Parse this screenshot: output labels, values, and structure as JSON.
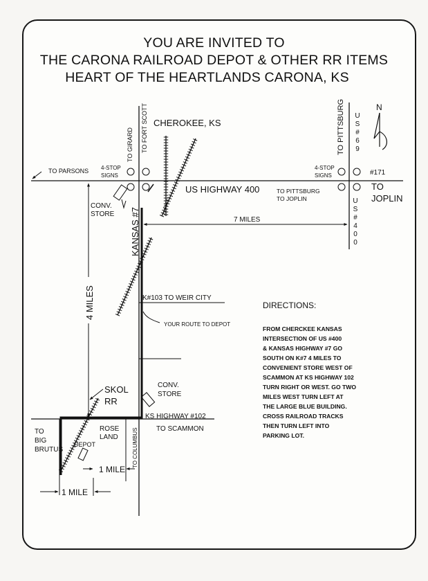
{
  "title": {
    "line1": "YOU ARE INVITED TO",
    "line2": "THE CARONA RAILROAD DEPOT & OTHER RR ITEMS",
    "line3": "HEART OF THE HEARTLANDS CARONA, KS"
  },
  "map": {
    "cherokee": "CHEROKEE, KS",
    "to_girard": "TO GIRARD",
    "to_fort_scott": "TO FORT SCOTT",
    "to_parsons": "TO  PARSONS",
    "stop_signs_left": [
      "4-STOP",
      "SIGNS"
    ],
    "stop_signs_right": [
      "4-STOP",
      "SIGNS"
    ],
    "us_highway_400": "US HIGHWAY 400",
    "to_pittsburg_joplin": [
      "TO  PITTSBURG",
      "TO  JOPLIN"
    ],
    "to_pittsburg_vertical": "TO  PITTSBURG",
    "us69": [
      "U",
      "S",
      "#",
      "6",
      "9"
    ],
    "us400": [
      "U",
      "S",
      "#",
      "4",
      "0",
      "0"
    ],
    "hwy171": "#171",
    "to_joplin": [
      "TO",
      "JOPLIN"
    ],
    "north": "N",
    "conv_store_top": [
      "CONV.",
      "STORE"
    ],
    "kansas7": "KANSAS #7",
    "seven_miles": "7  MILES",
    "four_miles": "4  MILES",
    "k103": "K#103 TO WEIR CITY",
    "your_route": "YOUR ROUTE TO DEPOT",
    "skol_rr": [
      "SKOL",
      "RR"
    ],
    "conv_store_bottom": [
      "CONV.",
      "STORE"
    ],
    "ks_hwy_102": "KS HIGHWAY #102",
    "to_scammon": "TO  SCAMMON",
    "rose_land": [
      "ROSE",
      "LAND"
    ],
    "to_columbus": "TO  COLUMBUS",
    "to_big_brutus": [
      "TO",
      "BIG",
      "BRUTUS"
    ],
    "depot": "DEPOT",
    "one_mile_a": "1 MILE",
    "one_mile_b": "1 MILE"
  },
  "directions": {
    "heading": "DIRECTIONS:",
    "lines": [
      "FROM CHERCKEE KANSAS",
      "INTERSECTION OF US #400",
      "& KANSAS HIGHWAY #7 GO",
      "SOUTH ON K#7 4 MILES TO",
      "CONVENIENT STORE WEST OF",
      "SCAMMON AT KS HIGHWAY 102",
      "TURN RIGHT OR WEST. GO TWO",
      "MILES WEST TURN LEFT AT",
      "THE LARGE BLUE BUILDING.",
      "CROSS RAILROAD TRACKS",
      "THEN TURN LEFT INTO",
      "PARKING LOT."
    ]
  }
}
